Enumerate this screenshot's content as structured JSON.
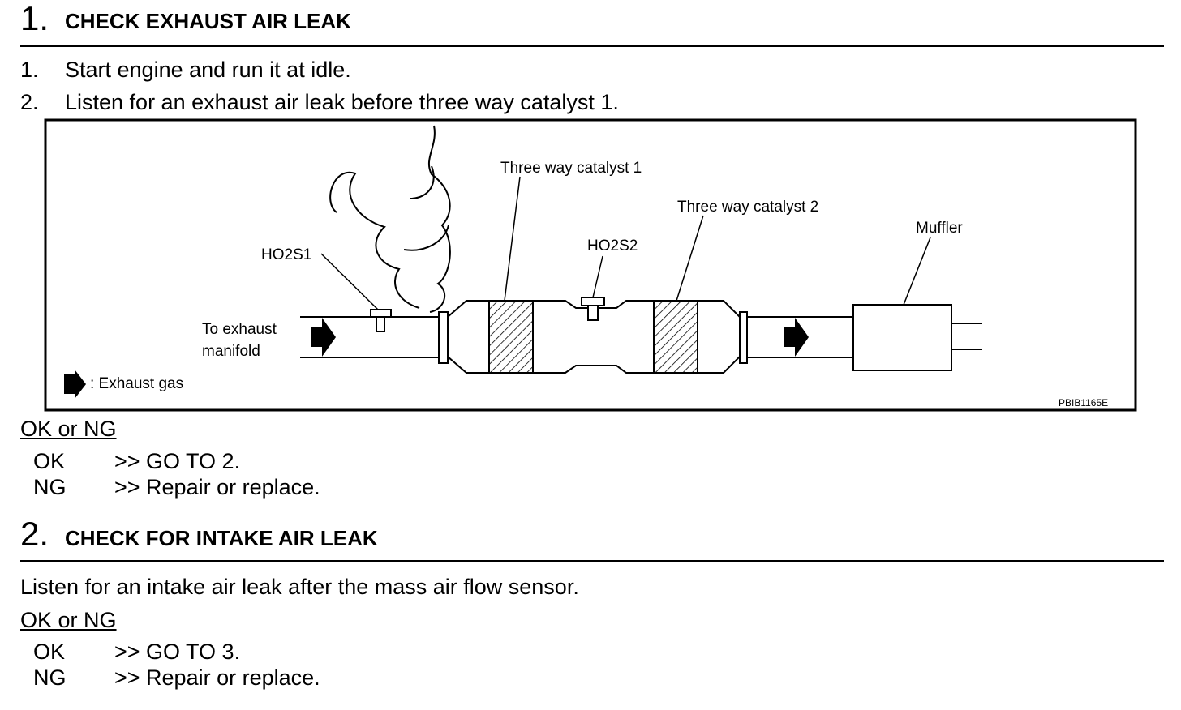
{
  "step1": {
    "number": "1.",
    "title": "CHECK EXHAUST AIR LEAK",
    "instructions": [
      {
        "num": "1.",
        "text": "Start engine and run it at idle."
      },
      {
        "num": "2.",
        "text": "Listen for an exhaust air leak before three way catalyst 1."
      }
    ],
    "diagram": {
      "labels": {
        "catalyst1": "Three way catalyst 1",
        "catalyst2": "Three way catalyst 2",
        "muffler": "Muffler",
        "ho2s1": "HO2S1",
        "ho2s2": "HO2S2",
        "to_exhaust_1": "To exhaust",
        "to_exhaust_2": "manifold",
        "legend": ": Exhaust gas",
        "code": "PBIB1165E"
      }
    },
    "result_heading": "OK or NG",
    "results": [
      {
        "status": "OK",
        "action": ">> GO TO 2."
      },
      {
        "status": "NG",
        "action": ">> Repair or replace."
      }
    ]
  },
  "step2": {
    "number": "2.",
    "title": "CHECK FOR INTAKE AIR LEAK",
    "instruction": "Listen for an intake air leak after the mass air flow sensor.",
    "result_heading": "OK or NG",
    "results": [
      {
        "status": "OK",
        "action": ">> GO TO 3."
      },
      {
        "status": "NG",
        "action": ">> Repair or replace."
      }
    ]
  }
}
